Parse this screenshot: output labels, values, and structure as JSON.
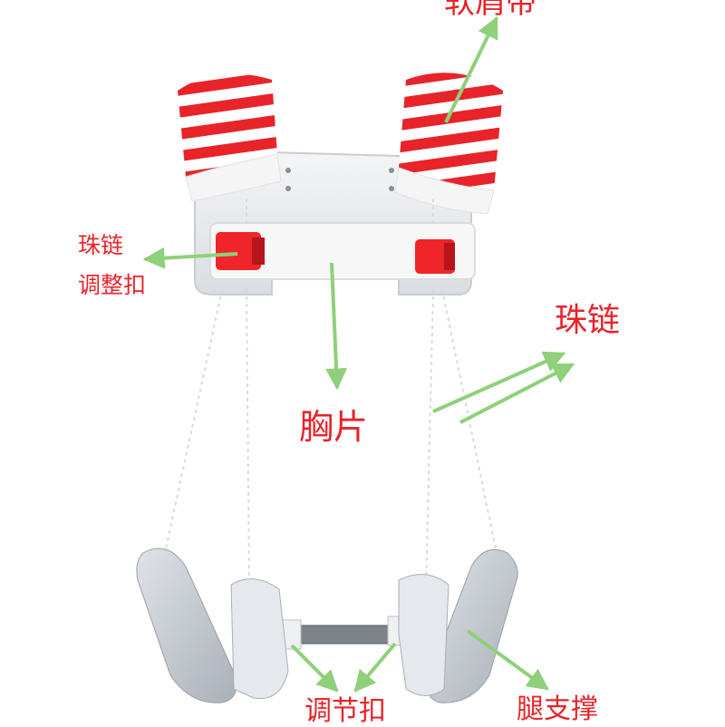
{
  "labels": {
    "shoulder_strap": "软肩带",
    "bead_chain_adjust_line1": "珠链",
    "bead_chain_adjust_line2": "调整扣",
    "bead_chain": "珠链",
    "chest_piece": "胸片",
    "adjust_buckle": "调节扣",
    "leg_support": "腿支撑"
  },
  "colors": {
    "label_red": "#e8232a",
    "arrow_green": "#8fd07a",
    "stripe_red": "#e8232a",
    "plastic_white": "#eef0f2",
    "leg_grey": "#c7ccd3",
    "buckle_red": "#f0242b"
  }
}
